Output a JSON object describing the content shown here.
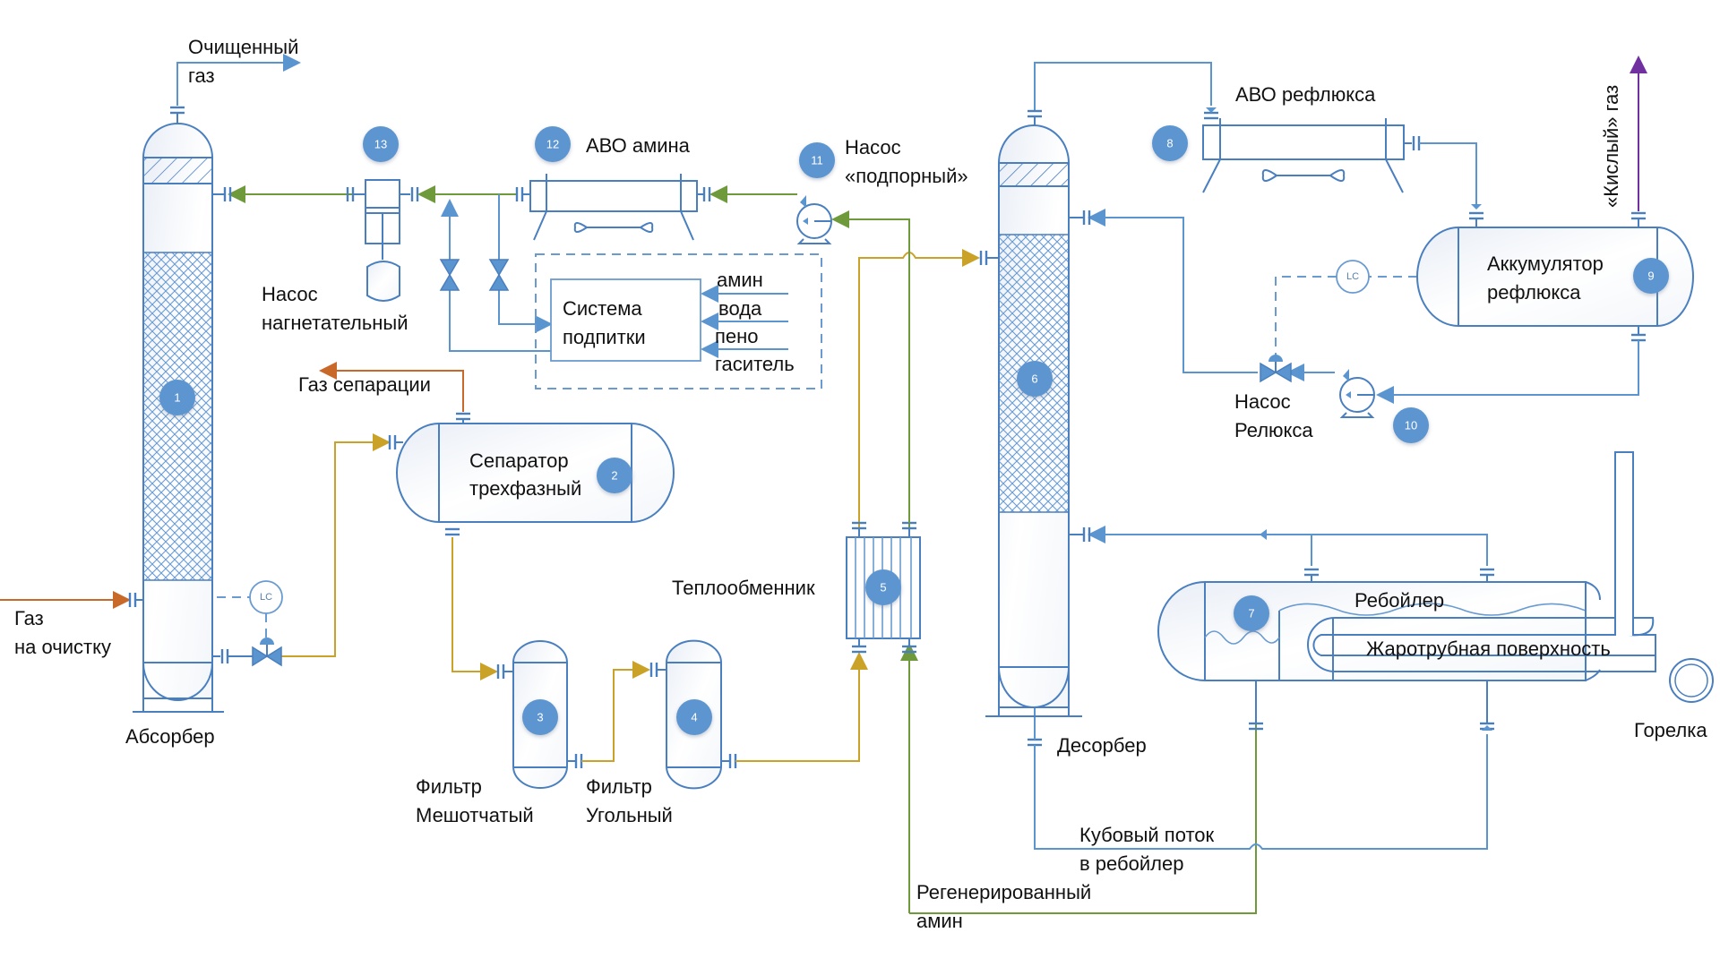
{
  "diagram": {
    "title": "Схема установки аминовой очистки газа",
    "colors": {
      "equipment": "#4a7fbf",
      "badge": "#5b95d0",
      "gas_inlet": "#c8692a",
      "regenerated_amine": "#6f9a3c",
      "saturated_amine": "#c9a227",
      "acid_gas": "#7030a0",
      "process_line": "#5b95d0"
    },
    "equipment": [
      {
        "id": "1",
        "badge": "1",
        "label_lines": [
          "Абсорбер"
        ]
      },
      {
        "id": "2",
        "badge": "2",
        "label_lines": [
          "Сепаратор",
          "трехфазный"
        ]
      },
      {
        "id": "3",
        "badge": "3",
        "label_lines": [
          "Фильтр",
          "Мешотчатый"
        ]
      },
      {
        "id": "4",
        "badge": "4",
        "label_lines": [
          "Фильтр",
          "Угольный"
        ]
      },
      {
        "id": "5",
        "badge": "5",
        "label_lines": [
          "Теплообменник"
        ]
      },
      {
        "id": "6",
        "badge": "6",
        "label_lines": [
          "Десорбер"
        ]
      },
      {
        "id": "7",
        "badge": "7",
        "label_lines": [
          "Ребойлер"
        ]
      },
      {
        "id": "8",
        "badge": "8",
        "label_lines": [
          "АВО рефлюкса"
        ]
      },
      {
        "id": "9",
        "badge": "9",
        "label_lines": [
          "Аккумулятор",
          "рефлюкса"
        ]
      },
      {
        "id": "10",
        "badge": "10",
        "label_lines": [
          "Насос",
          "Релюкса"
        ]
      },
      {
        "id": "11",
        "badge": "11",
        "label_lines": [
          "Насос",
          "«подпорный»"
        ]
      },
      {
        "id": "12",
        "badge": "12",
        "label_lines": [
          "АВО амина"
        ]
      },
      {
        "id": "13",
        "badge": "13",
        "label_lines": [
          "Насос",
          "нагнетательный"
        ]
      }
    ],
    "streams": {
      "clean_gas": [
        "Очищенный",
        "газ"
      ],
      "gas_inlet": [
        "Газ",
        "на очистку"
      ],
      "separation_gas": "Газ сепарации",
      "acid_gas": "«Кислый» газ",
      "bottoms_to_reboiler": [
        "Кубовый поток",
        "в ребойлер"
      ],
      "regenerated_amine": [
        "Регенерированный",
        "амин"
      ]
    },
    "makeup_system": {
      "label_lines": [
        "Система",
        "подпитки"
      ],
      "inputs": [
        "амин",
        "вода",
        "пено",
        "гаситель"
      ]
    },
    "reboiler_parts": {
      "fire_tube": "Жаротрубная поверхность",
      "burner": "Горелка"
    },
    "instruments": {
      "level_controller": "LC"
    }
  }
}
